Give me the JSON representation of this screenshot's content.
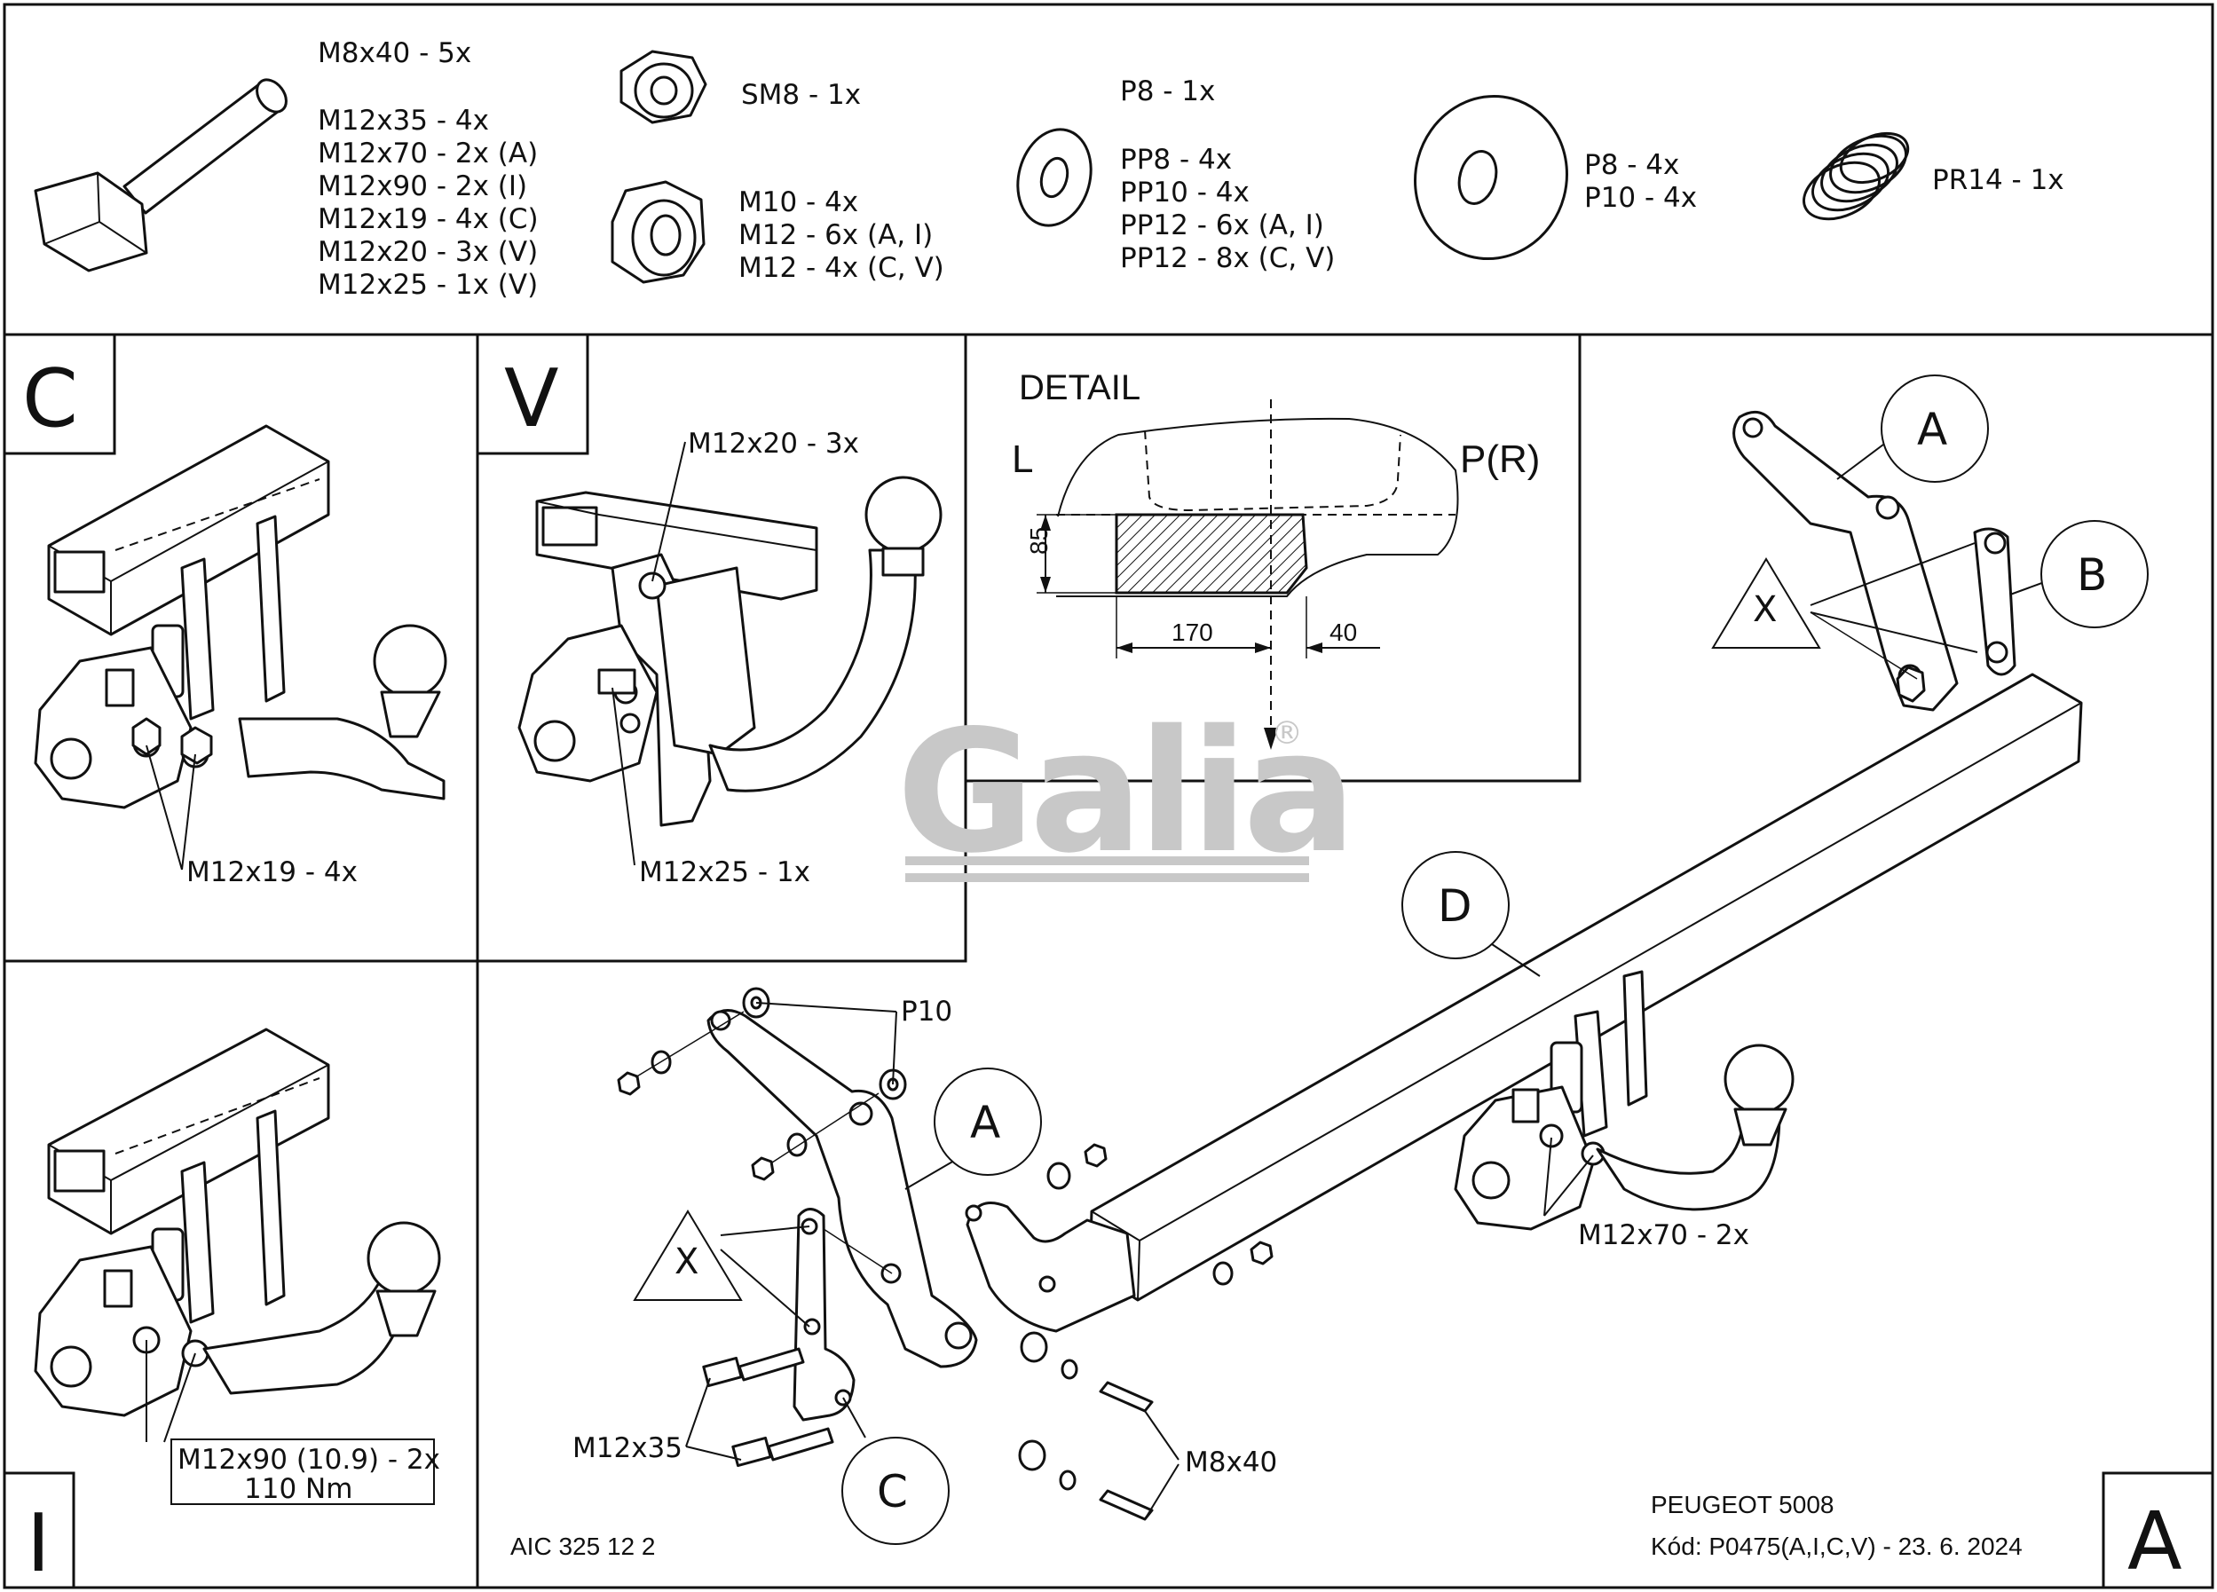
{
  "parts_list": {
    "bolts": [
      "M8x40 - 5x",
      "M12x35 - 4x",
      "M12x70 - 2x (A)",
      "M12x90 - 2x (I)",
      "M12x19 - 4x (C)",
      "M12x20 - 3x (V)",
      "M12x25 - 1x (V)"
    ],
    "lock_nut": "SM8 - 1x",
    "nuts": [
      "M10 - 4x",
      "M12 - 6x (A, I)",
      "M12 - 4x (C, V)"
    ],
    "small_washers_title": "P8 - 1x",
    "small_washers": [
      "PP8 - 4x",
      "PP10 - 4x",
      "PP12 - 6x (A, I)",
      "PP12 - 8x (C, V)"
    ],
    "large_washers": [
      "P8 - 4x",
      "P10 - 4x"
    ],
    "spring": "PR14 - 1x"
  },
  "panels": {
    "C": {
      "letter": "C",
      "callout": "M12x19 - 4x"
    },
    "V": {
      "letter": "V",
      "callout_top": "M12x20 - 3x",
      "callout_bottom": "M12x25 - 1x"
    },
    "I": {
      "letter": "I",
      "callout_line1": "M12x90 (10.9) - 2x",
      "callout_line2": "110 Nm"
    }
  },
  "detail": {
    "title": "DETAIL",
    "left": "L",
    "right": "P(R)",
    "dim_height": "85",
    "dim_width": "170",
    "dim_offset": "40"
  },
  "main": {
    "label_A": "A",
    "label_B": "B",
    "label_C": "C",
    "label_D": "D",
    "label_X": "X",
    "p10": "P10",
    "m12x35": "M12x35",
    "m8x40": "M8x40",
    "m12x70": "M12x70 - 2x",
    "code": "AIC 325 12 2",
    "vehicle": "PEUGEOT 5008",
    "kod": "Kód: P0475(A,I,C,V) - 23. 6. 2024",
    "variant": "A"
  },
  "brand": {
    "logo_text": "Galia",
    "registered": "®"
  }
}
